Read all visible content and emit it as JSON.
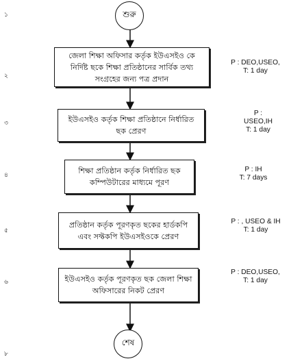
{
  "flow": {
    "start": "শুরু",
    "end": "শেষ",
    "steps": [
      {
        "num": "১",
        "text": ""
      },
      {
        "num": "২",
        "text": "জেলা শিক্ষা অফিসার কর্তৃক ইউএসইও কে নির্দিষ্ট ছকে শিক্ষা প্রতিষ্ঠানের সার্বিক তথ্য সংগ্রহের জন্য পত্র প্রদান",
        "meta_l1": "P : DEO,USEO,",
        "meta_l2": "T: 1 day"
      },
      {
        "num": "৩",
        "text": "ইউএসইও কর্তৃক শিক্ষা প্রতিষ্ঠানে নির্ধারিত ছক প্রেরণ",
        "meta_l1": "P :",
        "meta_l2": "USEO,IH",
        "meta_l3": "T: 1 day"
      },
      {
        "num": "৪",
        "text": "শিক্ষা প্রতিষ্ঠান কর্তৃক নির্ধারিত ছক কম্পিউটারের মাধ্যমে পূরণ",
        "meta_l1": "P : IH",
        "meta_l2": "T: 7 days"
      },
      {
        "num": "৫",
        "text": "প্রতিষ্ঠান কর্তৃক পূরণকৃত ছকের হার্ডকপি এবং সফ্টকপি ইউএসইওকে প্রেরণ",
        "meta_l1": "P : , USEO & IH",
        "meta_l2": "T: 1 day"
      },
      {
        "num": "৬",
        "text": "ইউএসইও কর্তৃক পূরণকৃত ছক জেলা শিক্ষা অফিসারের নিকট প্রেরণ",
        "meta_l1": "P : DEO,USEO,",
        "meta_l2": "T: 1 day"
      },
      {
        "num": "৮",
        "text": ""
      }
    ]
  }
}
